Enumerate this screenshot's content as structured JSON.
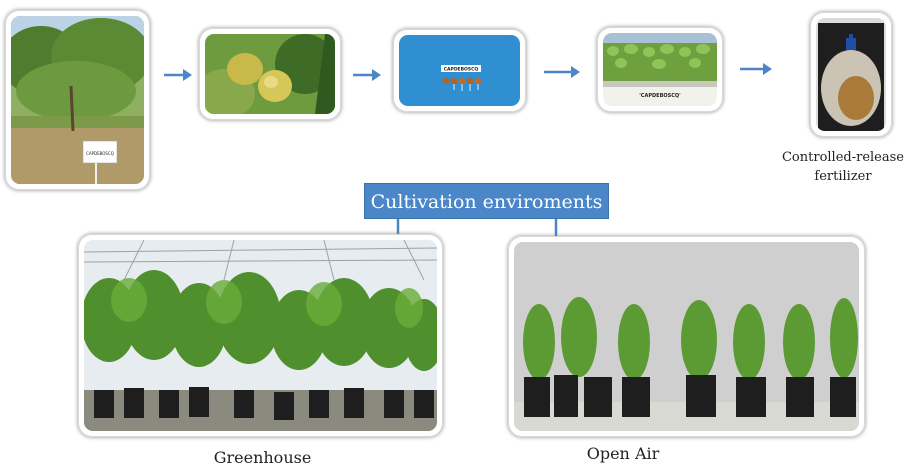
{
  "stages": [
    {
      "name": "peach-tree-orchard",
      "sign_text": "CAPDEBOSCQ"
    },
    {
      "name": "peach-fruit"
    },
    {
      "name": "seeds",
      "sign_text": "CAPDEBOSCQ"
    },
    {
      "name": "seedlings-tray",
      "sign_text": "'CAPDEBOSCQ'"
    },
    {
      "name": "fertilizer-pot"
    }
  ],
  "fertilizer_caption": "Controlled-release fertilizer",
  "title": "Cultivation enviroments",
  "environments": [
    {
      "label": "Greenhouse"
    },
    {
      "label": "Open Air"
    }
  ],
  "colors": {
    "accent": "#4a86c8",
    "arrow": "#4a86c8"
  }
}
